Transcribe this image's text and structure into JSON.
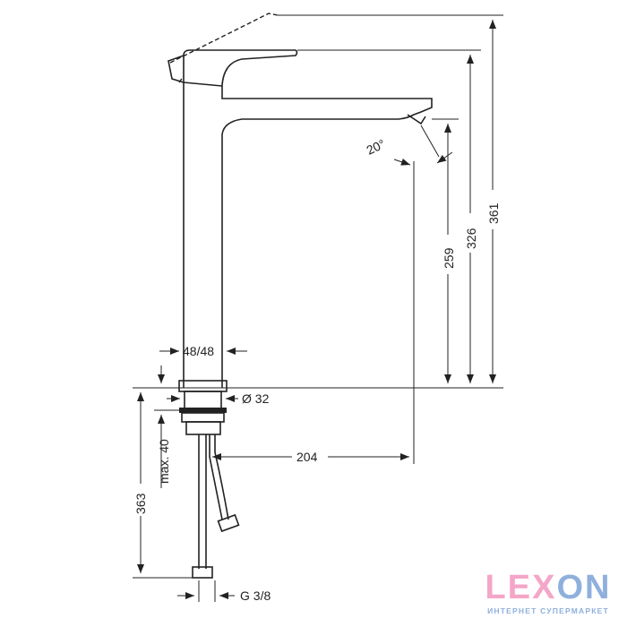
{
  "dimensions": {
    "total_height": "361",
    "lever_height": "326",
    "spout_height": "259",
    "reach": "204",
    "angle": "20°",
    "body_size": "48/48",
    "shank_diameter": "Ø 32",
    "max_thickness": "max. 40",
    "hose_length": "363",
    "connection": "G 3/8"
  },
  "logo": {
    "word": "LEXON",
    "tagline": "ИНТЕРНЕТ СУПЕРМАРКЕТ",
    "pink": "#f4a6c8",
    "blue": "#8fb0dc"
  }
}
